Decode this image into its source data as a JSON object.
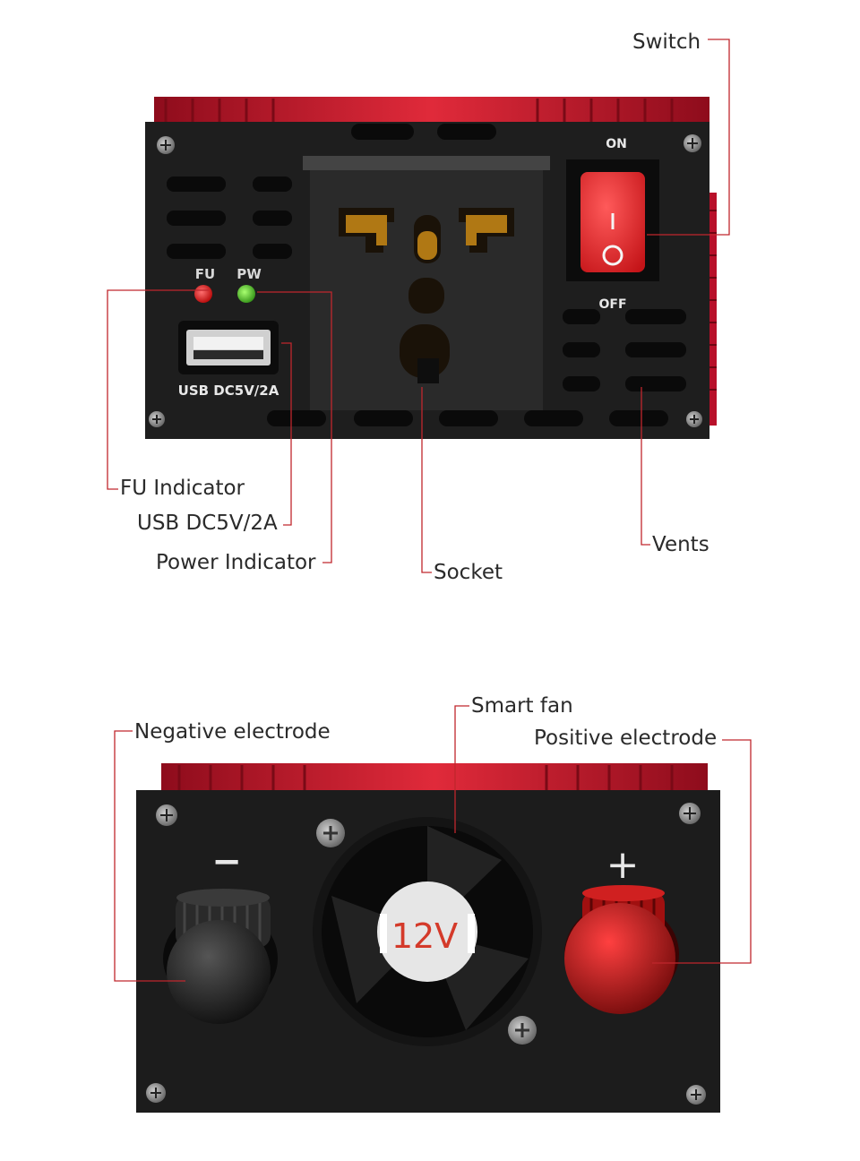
{
  "callouts": {
    "switch": "Switch",
    "fu_indicator": "FU Indicator",
    "usb": "USB DC5V/2A",
    "power_indicator": "Power Indicator",
    "socket": "Socket",
    "vents": "Vents",
    "negative_electrode": "Negative electrode",
    "smart_fan": "Smart fan",
    "positive_electrode": "Positive electrode"
  },
  "device_print": {
    "on": "ON",
    "off": "OFF",
    "fu": "FU",
    "pw": "PW",
    "usb": "USB DC5V/2A",
    "fan_label": "12V",
    "minus": "−",
    "plus": "+"
  },
  "colors": {
    "leader_line": "#c0272d",
    "housing_red": "#c8102e",
    "panel_black": "#1c1c1c",
    "switch_red": "#e3262b",
    "led_red": "#e02020",
    "led_green": "#48c028",
    "terminal_red": "#c01818"
  }
}
